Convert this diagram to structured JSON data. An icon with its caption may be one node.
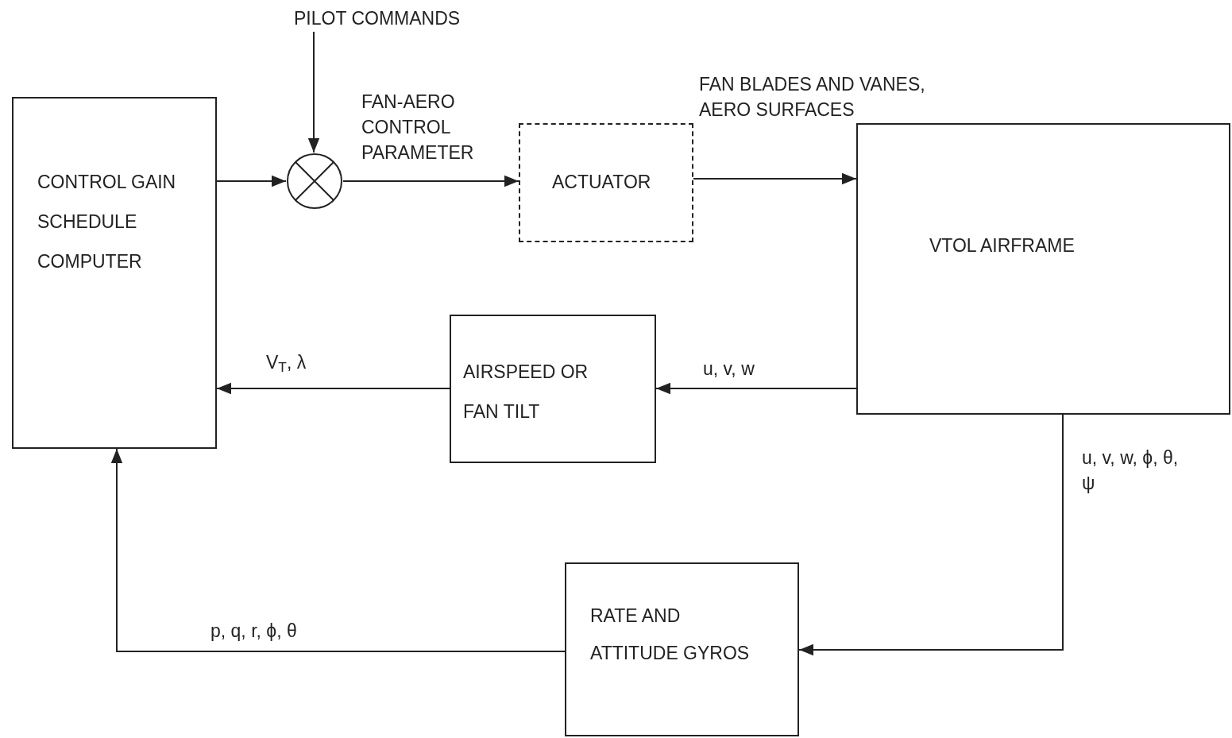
{
  "diagram": {
    "nodes": [
      {
        "text": [
          "CONTROL GAIN SCHEDULE COMPUTER"
        ]
      },
      {
        "text": [],
        "shape": "circle"
      },
      {
        "text": [
          "ACTUATOR"
        ]
      },
      {
        "text": [
          "VTOL AIRFRAME"
        ]
      },
      {
        "text": [
          "AIRSPEED OR FAN TILT"
        ]
      },
      {
        "text": [
          "RATE AND ATTITUDE GYROS"
        ]
      },
      {
        "text": [
          "PILOT COMMANDS"
        ]
      }
    ],
    "edges": [
      {
        "from": 6,
        "to": 1,
        "arrow": "to"
      },
      {
        "from": 0,
        "to": 1,
        "arrow": "to"
      },
      {
        "from": 1,
        "to": 2,
        "arrow": "to",
        "label": "FAN-AERO CONTROL PARAMETER"
      },
      {
        "from": 2,
        "to": 3,
        "arrow": "to",
        "label": "FAN BLADES AND VANES, AERO SURFACES"
      },
      {
        "from": 3,
        "to": 4,
        "arrow": "to",
        "label": "u, v, w"
      },
      {
        "from": 4,
        "to": 0,
        "arrow": "to",
        "label": "V$_{T}$, λ"
      },
      {
        "from": 3,
        "to": 5,
        "arrow": "to",
        "label": "u, v, w, ϕ, θ, ψ"
      },
      {
        "from": 5,
        "to": 0,
        "arrow": "to",
        "label": "p, q, r, ϕ, θ"
      }
    ]
  }
}
